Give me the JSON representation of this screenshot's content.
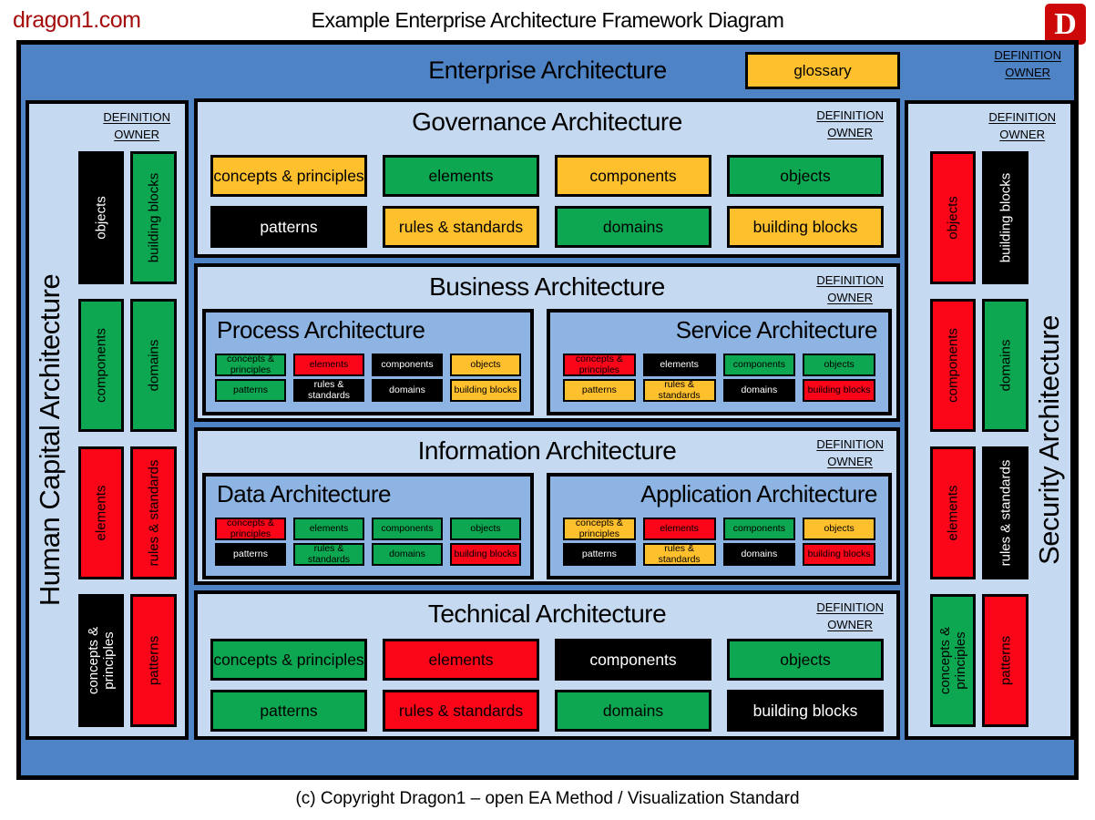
{
  "header": {
    "brand": "dragon1.com",
    "title": "Example Enterprise Architecture Framework Diagram",
    "logo_letter": "D"
  },
  "footer": "(c) Copyright Dragon1 – open EA Method / Visualization  Standard",
  "definition_owner": {
    "line1": "DEFINITION",
    "line2": "OWNER"
  },
  "enterprise": {
    "title": "Enterprise Architecture",
    "glossary_label": "glossary"
  },
  "colors": {
    "green": "#0CA750",
    "orange": "#FFC02E",
    "red": "#FB0519",
    "black": "#000000",
    "main_blue": "#4E83C6",
    "panel_light_blue": "#C5D9F1",
    "sub_box_blue": "#8DB4E2",
    "brand_red": "#A50D0D",
    "logo_red": "#CC0808"
  },
  "sidebars": {
    "left": {
      "title": "Human Capital Architecture",
      "blocks": [
        {
          "label": "objects",
          "color": "black"
        },
        {
          "label": "building blocks",
          "color": "green"
        },
        {
          "label": "components",
          "color": "green"
        },
        {
          "label": "domains",
          "color": "green"
        },
        {
          "label": "elements",
          "color": "red"
        },
        {
          "label": "rules & standards",
          "color": "red"
        },
        {
          "label": "concepts & principles",
          "color": "black"
        },
        {
          "label": "patterns",
          "color": "red"
        }
      ]
    },
    "right": {
      "title": "Security Architecture",
      "blocks": [
        {
          "label": "objects",
          "color": "red"
        },
        {
          "label": "building blocks",
          "color": "black"
        },
        {
          "label": "components",
          "color": "red"
        },
        {
          "label": "domains",
          "color": "green"
        },
        {
          "label": "elements",
          "color": "red"
        },
        {
          "label": "rules & standards",
          "color": "black"
        },
        {
          "label": "concepts & principles",
          "color": "green"
        },
        {
          "label": "patterns",
          "color": "red"
        }
      ]
    }
  },
  "panels": {
    "governance": {
      "title": "Governance Architecture",
      "blocks": [
        {
          "label": "concepts & principles",
          "color": "orange"
        },
        {
          "label": "elements",
          "color": "green"
        },
        {
          "label": "components",
          "color": "orange"
        },
        {
          "label": "objects",
          "color": "green"
        },
        {
          "label": "patterns",
          "color": "black"
        },
        {
          "label": "rules & standards",
          "color": "orange"
        },
        {
          "label": "domains",
          "color": "green"
        },
        {
          "label": "building blocks",
          "color": "orange"
        }
      ]
    },
    "business": {
      "title": "Business Architecture",
      "children": {
        "process": {
          "title": "Process Architecture",
          "blocks": [
            {
              "label": "concepts & principles",
              "color": "green"
            },
            {
              "label": "elements",
              "color": "red"
            },
            {
              "label": "components",
              "color": "black"
            },
            {
              "label": "objects",
              "color": "orange"
            },
            {
              "label": "patterns",
              "color": "green"
            },
            {
              "label": "rules & standards",
              "color": "black"
            },
            {
              "label": "domains",
              "color": "black"
            },
            {
              "label": "building blocks",
              "color": "orange"
            }
          ]
        },
        "service": {
          "title": "Service Architecture",
          "blocks": [
            {
              "label": "concepts & principles",
              "color": "red"
            },
            {
              "label": "elements",
              "color": "black"
            },
            {
              "label": "components",
              "color": "green"
            },
            {
              "label": "objects",
              "color": "green"
            },
            {
              "label": "patterns",
              "color": "orange"
            },
            {
              "label": "rules & standards",
              "color": "orange"
            },
            {
              "label": "domains",
              "color": "black"
            },
            {
              "label": "building blocks",
              "color": "red"
            }
          ]
        }
      }
    },
    "information": {
      "title": "Information Architecture",
      "children": {
        "data": {
          "title": "Data Architecture",
          "blocks": [
            {
              "label": "concepts & principles",
              "color": "red"
            },
            {
              "label": "elements",
              "color": "green"
            },
            {
              "label": "components",
              "color": "green"
            },
            {
              "label": "objects",
              "color": "green"
            },
            {
              "label": "patterns",
              "color": "black"
            },
            {
              "label": "rules & standards",
              "color": "green"
            },
            {
              "label": "domains",
              "color": "green"
            },
            {
              "label": "building blocks",
              "color": "red"
            }
          ]
        },
        "application": {
          "title": "Application Architecture",
          "blocks": [
            {
              "label": "concepts & principles",
              "color": "orange"
            },
            {
              "label": "elements",
              "color": "red"
            },
            {
              "label": "components",
              "color": "green"
            },
            {
              "label": "objects",
              "color": "orange"
            },
            {
              "label": "patterns",
              "color": "black"
            },
            {
              "label": "rules & standards",
              "color": "orange"
            },
            {
              "label": "domains",
              "color": "black"
            },
            {
              "label": "building blocks",
              "color": "red"
            }
          ]
        }
      }
    },
    "technical": {
      "title": "Technical Architecture",
      "blocks": [
        {
          "label": "concepts & principles",
          "color": "green"
        },
        {
          "label": "elements",
          "color": "red"
        },
        {
          "label": "components",
          "color": "black"
        },
        {
          "label": "objects",
          "color": "green"
        },
        {
          "label": "patterns",
          "color": "green"
        },
        {
          "label": "rules & standards",
          "color": "red"
        },
        {
          "label": "domains",
          "color": "green"
        },
        {
          "label": "building blocks",
          "color": "black"
        }
      ]
    }
  }
}
